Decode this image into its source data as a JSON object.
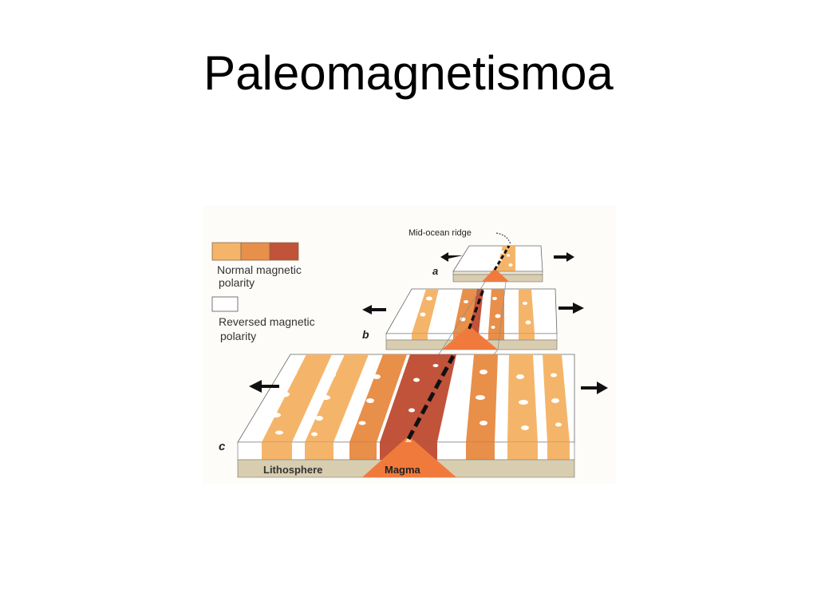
{
  "slide": {
    "title": "Paleomagnetismoa"
  },
  "legend": {
    "normal_label_line1": "Normal magnetic",
    "normal_label_line2": "polarity",
    "reversed_label_line1": "Reversed magnetic",
    "reversed_label_line2": "polarity"
  },
  "diagram": {
    "ridge_label": "Mid-ocean ridge",
    "stage_a": "a",
    "stage_b": "b",
    "stage_c": "c",
    "lithosphere_label": "Lithosphere",
    "magma_label": "Magma"
  },
  "colors": {
    "normal_light": "#f4b56a",
    "normal_mid": "#e88f4a",
    "normal_dark": "#c0533a",
    "reversed": "#ffffff",
    "lithosphere": "#d9cdb0",
    "magma": "#f07a3c"
  }
}
